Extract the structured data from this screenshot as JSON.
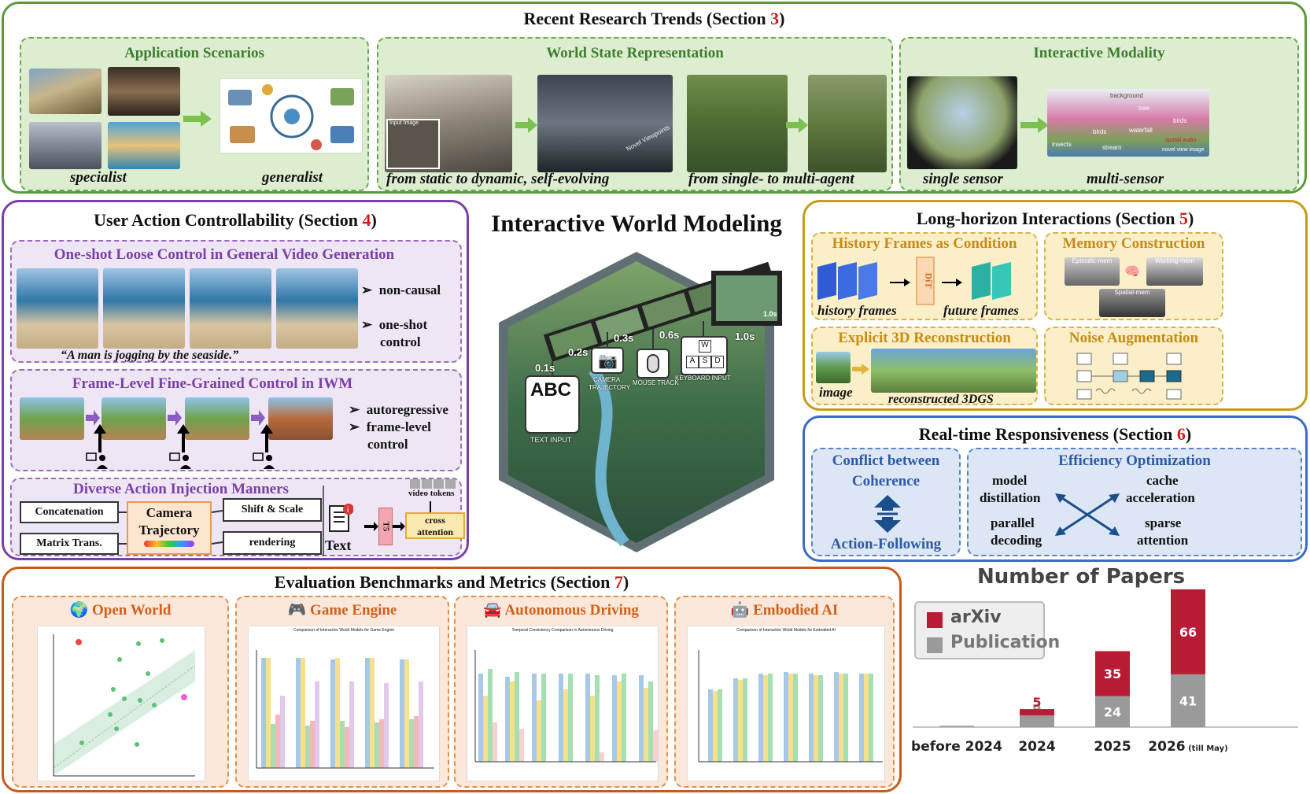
{
  "main_title": "Interactive World Modeling",
  "trends": {
    "title": "Recent Research Trends (Section ",
    "num": "3",
    "close": ")",
    "app": {
      "title": "Application Scenarios",
      "left": "specialist",
      "right": "generalist"
    },
    "state": {
      "title": "World State Representation",
      "cap1": "from static to dynamic, self-evolving",
      "cap2": "from single- to multi-agent",
      "novel": "Novel Viewpoints",
      "input_image": "Input Image"
    },
    "modality": {
      "title": "Interactive Modality",
      "left": "single sensor",
      "right": "multi-sensor",
      "tags": [
        "background",
        "tree",
        "birds",
        "waterfall",
        "birds",
        "insects",
        "stream",
        "spatial audio",
        "novel view image"
      ]
    }
  },
  "control": {
    "title": "User Action Controllability (Section ",
    "num": "4",
    "close": ")",
    "oneshot": {
      "title": "One-shot Loose Control in General Video Generation",
      "b1": "non-causal",
      "b2": "one-shot",
      "b3": "control",
      "quote": "“A man is jogging by the seaside.”"
    },
    "frame": {
      "title": "Frame-Level Fine-Grained Control in IWM",
      "b1": "autoregressive",
      "b2": "frame-level",
      "b3": "control"
    },
    "inject": {
      "title": "Diverse Action Injection Manners",
      "concat": "Concatenation",
      "matrix": "Matrix Trans.",
      "cam1": "Camera",
      "cam2": "Trajectory",
      "shift": "Shift & Scale",
      "render": "rendering",
      "text": "Text",
      "t5": "T5",
      "video_tokens": "video tokens",
      "cross1": "cross",
      "cross2": "attention"
    }
  },
  "center": {
    "t1": "0.1s",
    "t2": "0.2s",
    "t3": "0.3s",
    "t4": "0.6s",
    "t5": "1.0s",
    "t6": "1.0s",
    "abc": "ABC",
    "text_input": "TEXT INPUT",
    "camera": "CAMERA",
    "trajectory": "TRAJECTORY",
    "mouse": "MOUSE TRACK",
    "keyboard": "KEYBOARD INPUT",
    "keys": [
      "W",
      "A",
      "S",
      "D"
    ]
  },
  "long": {
    "title": "Long-horizon Interactions (Section ",
    "num": "5",
    "close": ")",
    "history": {
      "title": "History Frames as Condition",
      "dit": "DiT",
      "hist": "history frames",
      "fut": "future frames"
    },
    "memory": {
      "title": "Memory Construction",
      "episodic": "Episodic-mem",
      "working": "Working-mem",
      "spatial": "Spatial-mem"
    },
    "recon": {
      "title": "Explicit 3D Reconstruction",
      "image": "image",
      "out": "reconstructed 3DGS"
    },
    "noise": {
      "title": "Noise Augmentation"
    }
  },
  "realtime": {
    "title": "Real-time Responsiveness (Section ",
    "num": "6",
    "close": ")",
    "conflict": {
      "l1": "Conflict between",
      "l2": "Coherence",
      "l3": "Action-Following"
    },
    "eff": {
      "title": "Efficiency Optimization",
      "a1": "model",
      "a2": "distillation",
      "b1": "cache",
      "b2": "acceleration",
      "c1": "parallel",
      "c2": "decoding",
      "d1": "sparse",
      "d2": "attention"
    }
  },
  "eval": {
    "title": "Evaluation Benchmarks and Metrics (Section ",
    "num": "7",
    "close": ")",
    "open": {
      "title": "Open World",
      "icon": "globe-icon"
    },
    "game": {
      "title": "Game Engine",
      "icon": "gamepad-icon",
      "chart_title": "Comparison of Interactive World Models for Game Engine"
    },
    "auto": {
      "title": "Autonomous Driving",
      "icon": "car-icon",
      "chart_title": "Temporal Consistency Comparison in Autonomous Driving"
    },
    "embodied": {
      "title": "Embodied AI",
      "icon": "robot-icon",
      "chart_title": "Comparison of Interactive World Models for Embodied AI"
    }
  },
  "papers": {
    "title": "Number of Papers",
    "legend_arxiv": "arXiv",
    "legend_pub": "Publication",
    "colors": {
      "arxiv": "#b81c34",
      "pub": "#9a9a9a"
    }
  },
  "chart_data": {
    "type": "bar",
    "title": "Number of Papers",
    "categories": [
      "before 2024",
      "2024",
      "2025",
      "2026"
    ],
    "category_notes": [
      "",
      "",
      "",
      "(till May)"
    ],
    "series": [
      {
        "name": "Publication",
        "values": [
          1,
          9,
          24,
          41
        ]
      },
      {
        "name": "arXiv",
        "values": [
          0,
          5,
          35,
          66
        ]
      }
    ],
    "stacked": true,
    "ylim": [
      0,
      110
    ],
    "grid": false,
    "legend": "top-left"
  }
}
